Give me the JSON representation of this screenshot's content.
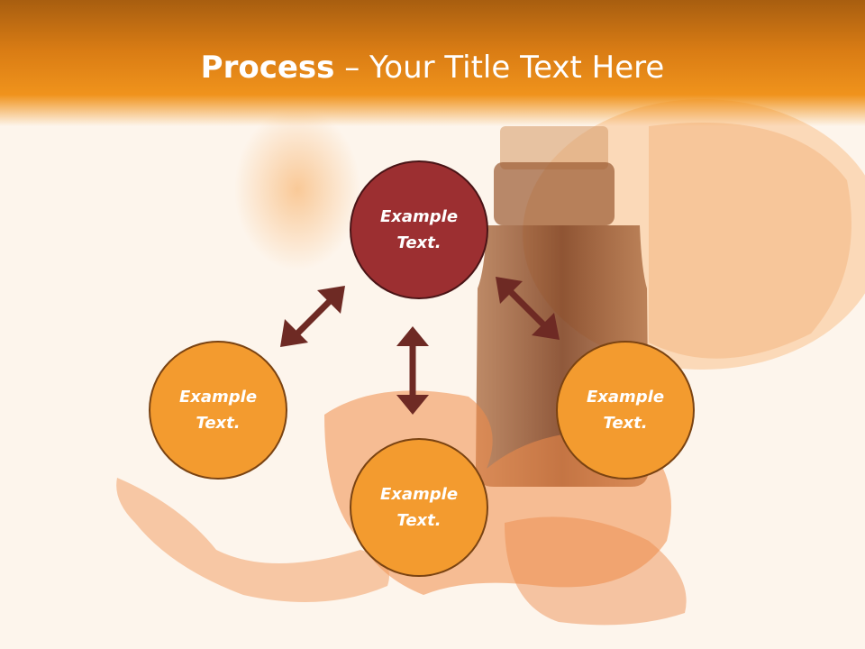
{
  "slide": {
    "title_bold": "Process",
    "title_separator": " – ",
    "title_rest": "Your Title Text Here"
  },
  "nodes": [
    {
      "id": "top",
      "label": "Example Text."
    },
    {
      "id": "left",
      "label": "Example Text."
    },
    {
      "id": "bottom",
      "label": "Example Text."
    },
    {
      "id": "right",
      "label": "Example Text."
    }
  ],
  "colors": {
    "header": "#f0931c",
    "top_node": "#9c2f31",
    "orange_node": "#f39b2f",
    "arrow": "#6e2a24"
  }
}
